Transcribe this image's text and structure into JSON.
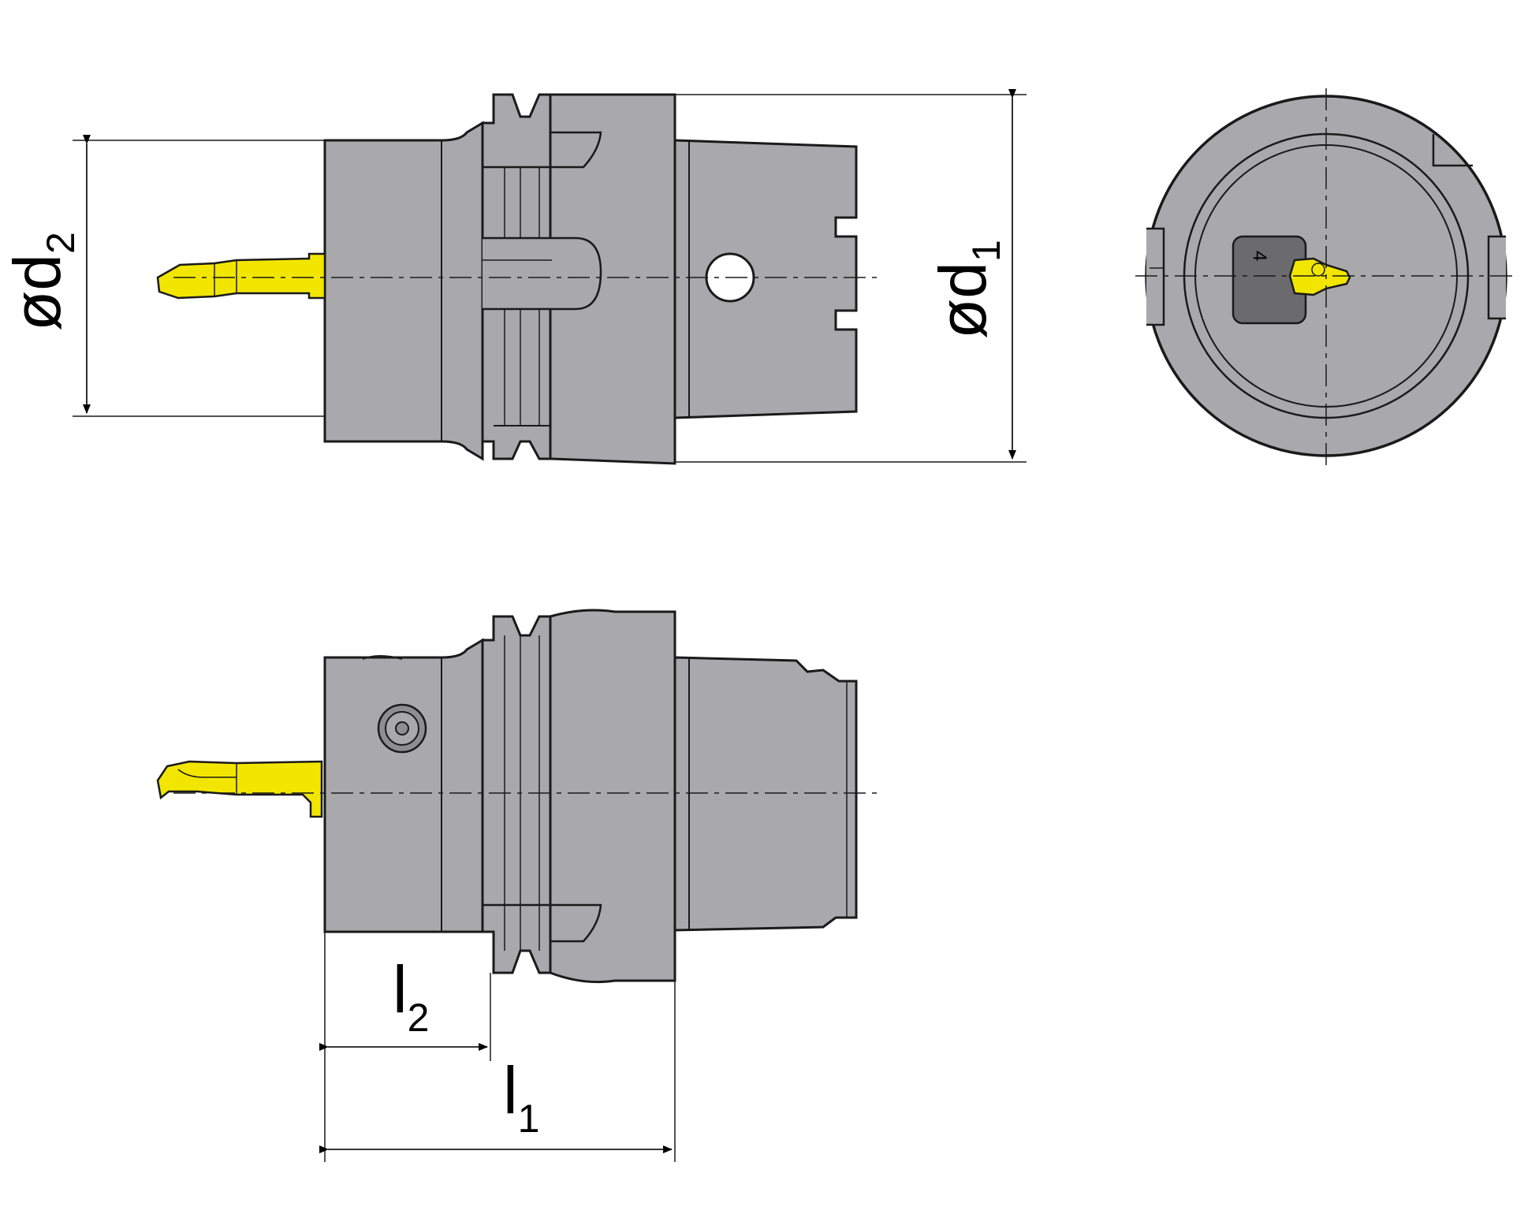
{
  "dimensions": {
    "d1": {
      "main": "ød",
      "sub": "1"
    },
    "d2": {
      "main": "ød",
      "sub": "2"
    },
    "l1": {
      "main": "l",
      "sub": "1"
    },
    "l2": {
      "main": "l",
      "sub": "2"
    }
  },
  "end_view": {
    "insert_marking": "4"
  },
  "colors": {
    "body": "#a9a9ab",
    "body_dark": "#8e8e90",
    "insert_pad": "#6b6b6d",
    "cutting_tool": "#f2e600",
    "outline": "#1a1a1a",
    "background": "#ffffff"
  }
}
